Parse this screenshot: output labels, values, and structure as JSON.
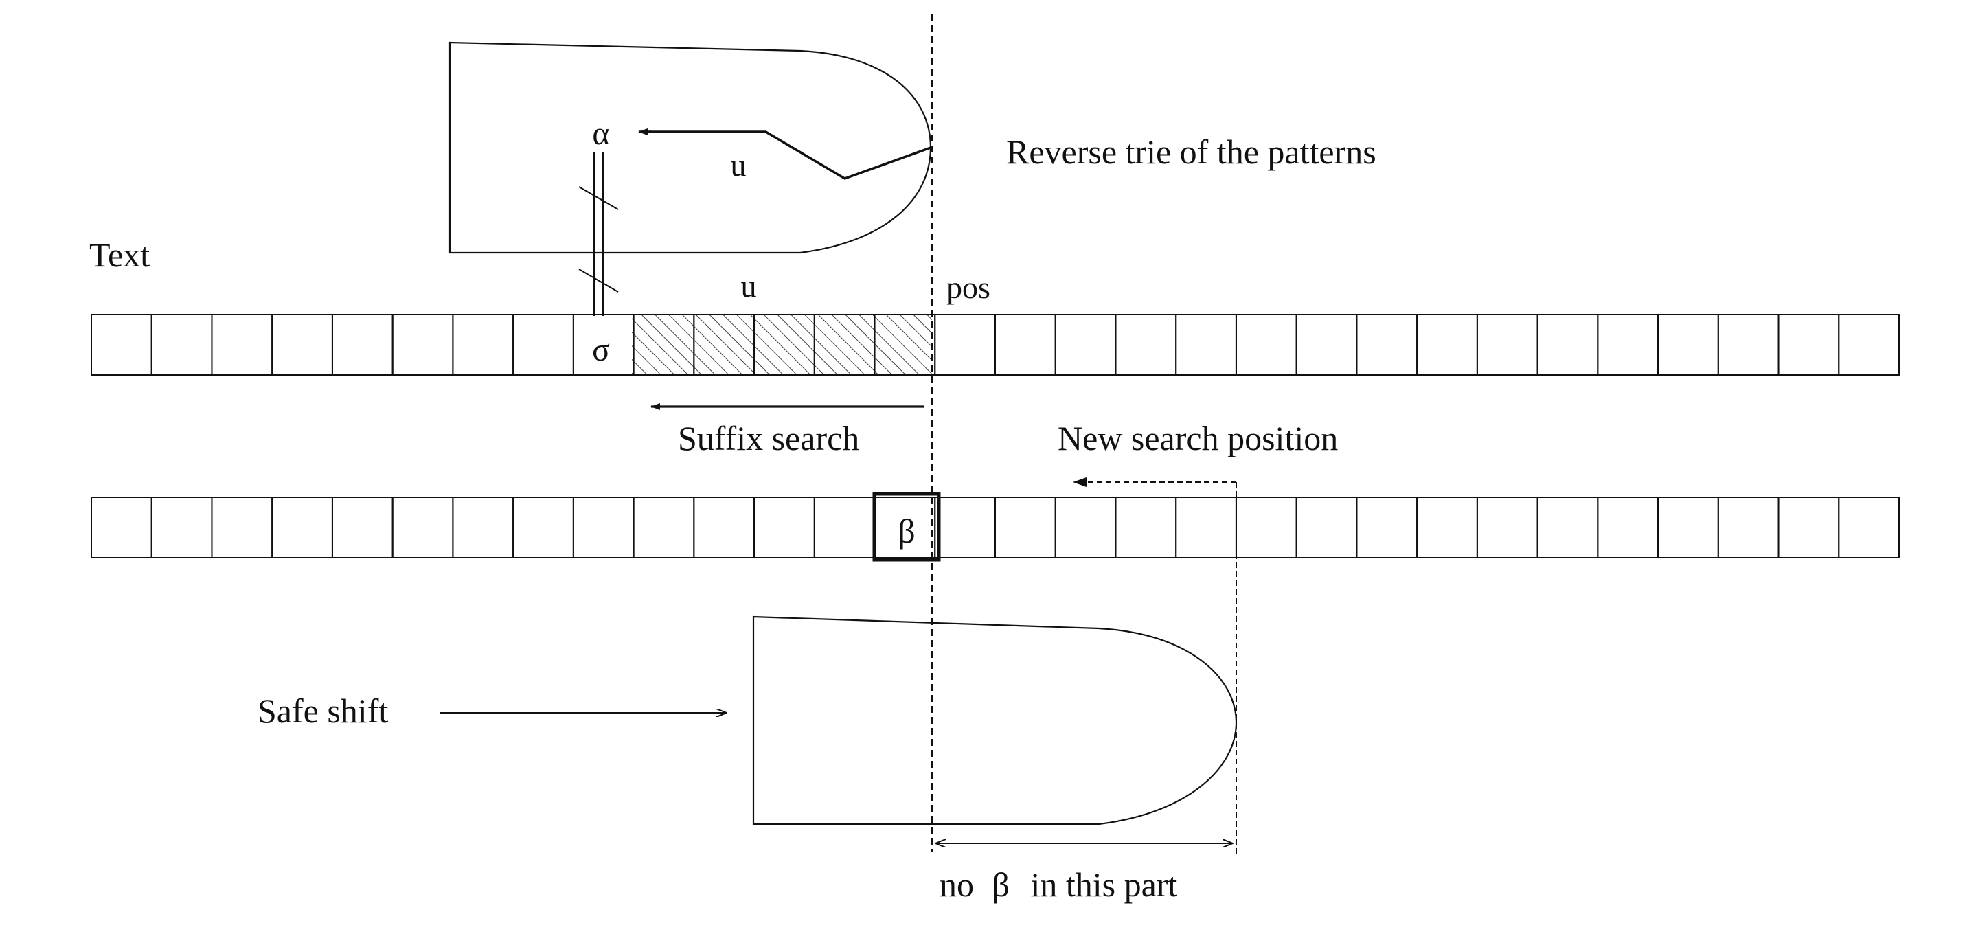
{
  "labels": {
    "trie": "Reverse trie of the patterns",
    "text": "Text",
    "u_in_trie": "u",
    "u_above_text": "u",
    "alpha": "α",
    "sigma": "σ",
    "pos": "pos",
    "suffix_search": "Suffix search",
    "new_search_position": "New search position",
    "beta_cell": "β",
    "safe_shift": "Safe shift",
    "no_beta_prefix": "no",
    "no_beta_symbol": "β",
    "no_beta_suffix": "in this part"
  },
  "rows": {
    "text_row_cells": 30,
    "second_row_cells": 30,
    "hatched_cells": 5
  },
  "colors": {
    "ink": "#111111",
    "background": "#ffffff"
  }
}
